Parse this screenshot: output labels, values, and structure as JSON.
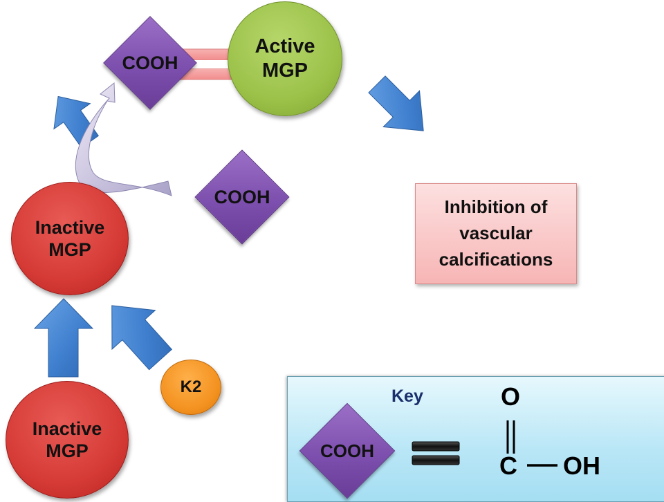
{
  "diagram": {
    "top_cooh": "COOH",
    "active_mgp": {
      "line1": "Active",
      "line2": "MGP"
    },
    "middle_cooh": "COOH",
    "inactive_mgp_upper": {
      "line1": "Inactive",
      "line2": "MGP"
    },
    "inactive_mgp_lower": {
      "line1": "Inactive",
      "line2": "MGP"
    },
    "k2": "K2",
    "outcome": {
      "line1": "Inhibition of",
      "line2": "vascular",
      "line3": "calcifications"
    }
  },
  "key": {
    "title": "Key",
    "cooh": "COOH",
    "formula_o": "O",
    "formula_c": "C",
    "formula_oh": "OH"
  },
  "colors": {
    "arrow_blue": "#3f7fce",
    "purple": "#7d4fae",
    "red": "#d63b36",
    "green": "#9cc24a",
    "orange": "#f3911f",
    "pink_box": "#f9c3c3",
    "key_bg": "#bfeaf7",
    "key_title": "#1a2f6b"
  }
}
